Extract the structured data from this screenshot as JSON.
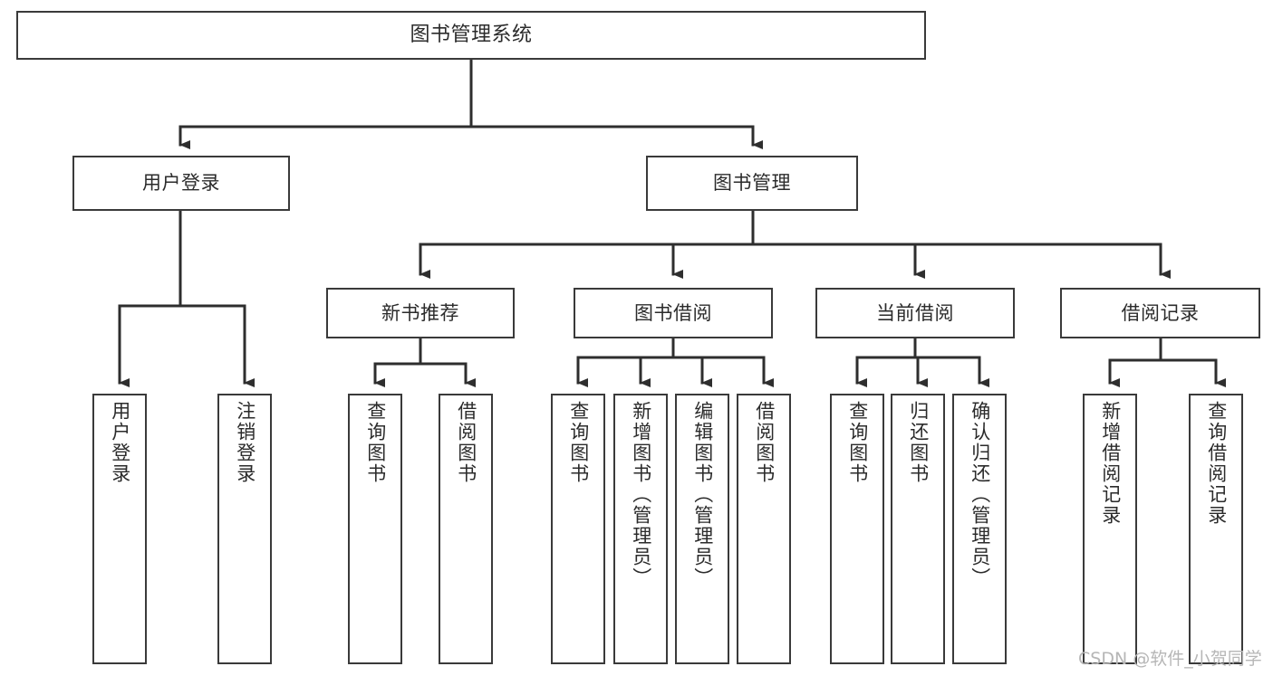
{
  "diagram": {
    "title": "图书管理系统",
    "type": "tree",
    "watermark": "CSDN @软件_小贺同学",
    "colors": {
      "box_border": "#3a3a3a",
      "box_fill": "#ffffff",
      "connector": "#2e2e2e",
      "text": "#2b2b2b",
      "watermark": "#b6b6b6"
    },
    "nodes": {
      "root": {
        "label": "图书管理系统",
        "level": 0
      },
      "level1": [
        {
          "id": "user-login",
          "label": "用户登录"
        },
        {
          "id": "book-manage",
          "label": "图书管理"
        }
      ],
      "level2": [
        {
          "id": "new-book-recommend",
          "label": "新书推荐",
          "parent": "book-manage"
        },
        {
          "id": "book-borrow",
          "label": "图书借阅",
          "parent": "book-manage"
        },
        {
          "id": "current-borrow",
          "label": "当前借阅",
          "parent": "book-manage"
        },
        {
          "id": "borrow-record",
          "label": "借阅记录",
          "parent": "book-manage"
        }
      ],
      "leaves": [
        {
          "id": "leaf-user-login",
          "label": "用户登录",
          "parent": "user-login"
        },
        {
          "id": "leaf-logout-login",
          "label": "注销登录",
          "parent": "user-login"
        },
        {
          "id": "leaf-query-book-1",
          "label": "查询图书",
          "parent": "new-book-recommend"
        },
        {
          "id": "leaf-borrow-book-1",
          "label": "借阅图书",
          "parent": "new-book-recommend"
        },
        {
          "id": "leaf-query-book-2",
          "label": "查询图书",
          "parent": "book-borrow"
        },
        {
          "id": "leaf-add-book",
          "label": "新增图书（管理员）",
          "parent": "book-borrow"
        },
        {
          "id": "leaf-edit-book",
          "label": "编辑图书（管理员）",
          "parent": "book-borrow"
        },
        {
          "id": "leaf-borrow-book-2",
          "label": "借阅图书",
          "parent": "book-borrow"
        },
        {
          "id": "leaf-query-book-3",
          "label": "查询图书",
          "parent": "current-borrow"
        },
        {
          "id": "leaf-return-book",
          "label": "归还图书",
          "parent": "current-borrow"
        },
        {
          "id": "leaf-confirm-return",
          "label": "确认归还（管理员）",
          "parent": "current-borrow"
        },
        {
          "id": "leaf-add-record",
          "label": "新增借阅记录",
          "parent": "borrow-record"
        },
        {
          "id": "leaf-query-record",
          "label": "查询借阅记录",
          "parent": "borrow-record"
        }
      ]
    }
  }
}
